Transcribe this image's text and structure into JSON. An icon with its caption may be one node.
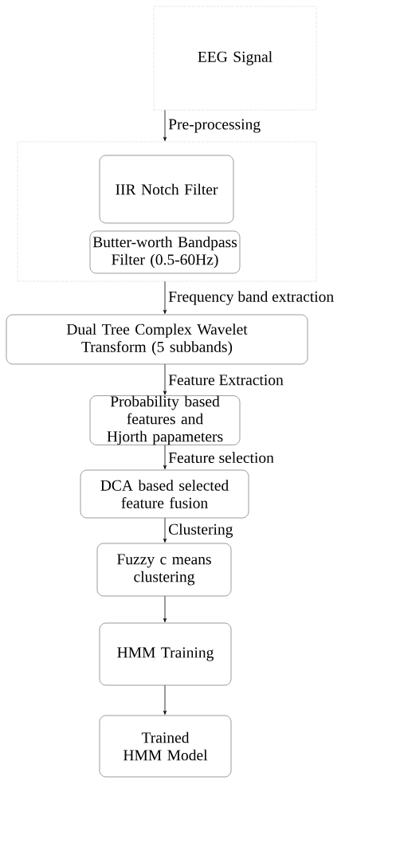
{
  "diagram": {
    "nodes": [
      {
        "text": [
          "EEG Signal"
        ]
      },
      {
        "text": [],
        "shape": "box"
      },
      {
        "text": [
          "IIR Notch Filter"
        ],
        "in": 1
      },
      {
        "text": [
          "Butter-worth Bandpass Filter (0.5-60Hz)"
        ],
        "in": 1
      },
      {
        "text": [
          "Dual Tree Complex Wavelet Transform (5 subbands)"
        ]
      },
      {
        "text": [
          "Probability based features and Hjorth papameters"
        ]
      },
      {
        "text": [
          "DCA based selected feature fusion"
        ]
      },
      {
        "text": [
          "Fuzzy c means clustering"
        ]
      },
      {
        "text": [
          "HMM Training"
        ]
      },
      {
        "text": [
          "Trained HMM Model"
        ]
      }
    ],
    "edges": [
      {
        "from": 0,
        "to": 1,
        "arrow": "to",
        "label": "Pre-processing"
      },
      {
        "from": 1,
        "to": 4,
        "arrow": "to",
        "label": "Frequency band extraction"
      },
      {
        "from": 4,
        "to": 5,
        "arrow": "to",
        "label": "Feature Extraction"
      },
      {
        "from": 5,
        "to": 6,
        "arrow": "to",
        "label": "Feature selection"
      },
      {
        "from": 6,
        "to": 7,
        "arrow": "to",
        "label": "Clustering"
      },
      {
        "from": 7,
        "to": 8,
        "arrow": "to"
      },
      {
        "from": 8,
        "to": 9,
        "arrow": "to"
      }
    ]
  }
}
